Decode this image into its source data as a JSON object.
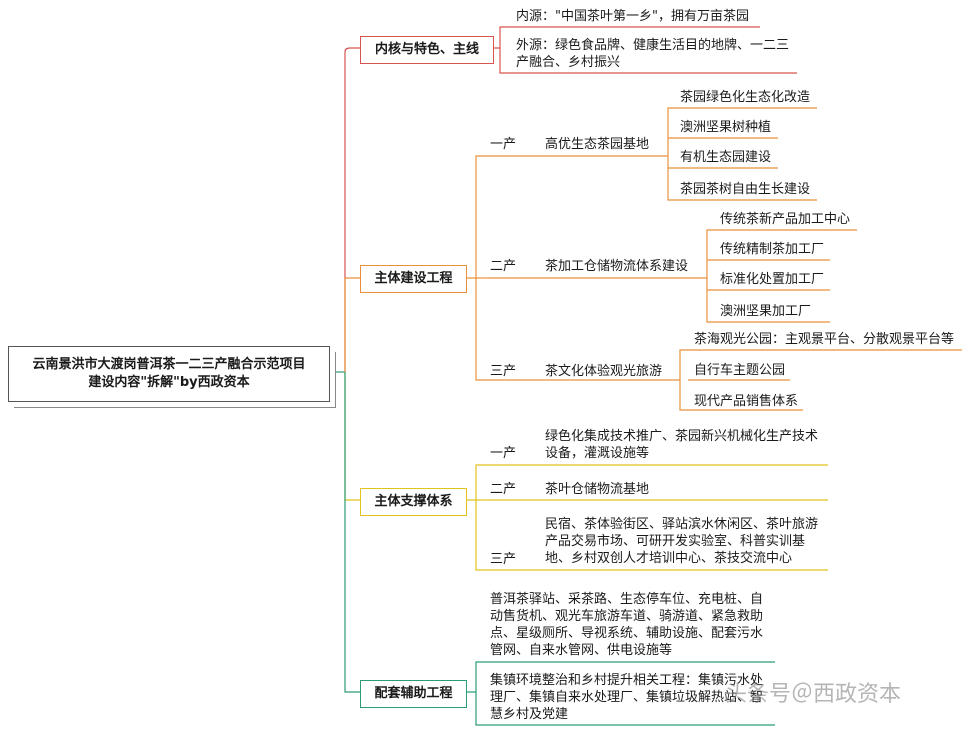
{
  "root": {
    "line1": "云南景洪市大渡岗普洱茶一二三产融合示范项目",
    "line2": "建设内容\"拆解\"by西政资本"
  },
  "branches": [
    {
      "label": "内核与特色、主线",
      "color": "#d9534f",
      "items": [
        "内源：\"中国茶叶第一乡\"，拥有万亩茶园",
        "外源：绿色食品牌、健康生活目的地牌、一二三产融合、乡村振兴"
      ]
    },
    {
      "label": "主体建设工程",
      "color": "#e8913a",
      "levels": [
        {
          "tag": "一产",
          "name": "高优生态茶园基地",
          "items": [
            "茶园绿色化生态化改造",
            "澳洲坚果树种植",
            "有机生态园建设",
            "茶园茶树自由生长建设"
          ]
        },
        {
          "tag": "二产",
          "name": "茶加工仓储物流体系建设",
          "items": [
            "传统茶新产品加工中心",
            "传统精制茶加工厂",
            "标准化处置加工厂",
            "澳洲坚果加工厂"
          ]
        },
        {
          "tag": "三产",
          "name": "茶文化体验观光旅游",
          "items": [
            "茶海观光公园：主观景平台、分散观景平台等",
            "自行车主题公园",
            "现代产品销售体系"
          ]
        }
      ]
    },
    {
      "label": "主体支撑体系",
      "color": "#e2c21c",
      "levels": [
        {
          "tag": "一产",
          "text": "绿色化集成技术推广、茶园新兴机械化生产技术设备，灌溉设施等"
        },
        {
          "tag": "二产",
          "text": "茶叶仓储物流基地"
        },
        {
          "tag": "三产",
          "text": "民宿、茶体验街区、驿站滨水休闲区、茶叶旅游产品交易市场、可研开发实验室、科普实训基地、乡村双创人才培训中心、茶技交流中心"
        }
      ]
    },
    {
      "label": "配套辅助工程",
      "color": "#2a9d76",
      "items": [
        "普洱茶驿站、采茶路、生态停车位、充电桩、自动售货机、观光车旅游车道、骑游道、紧急救助点、星级厕所、导视系统、辅助设施、配套污水管网、自来水管网、供电设施等",
        "集镇环境整治和乡村提升相关工程：集镇污水处理厂、集镇自来水处理厂、集镇垃圾解热站、智慧乡村及党建"
      ]
    }
  ],
  "watermark": "头条号＠西政资本",
  "colors": {
    "red": "#d9534f",
    "orange": "#e8913a",
    "yellow": "#e2c21c",
    "green": "#2a9d76",
    "text": "#1a1a1a"
  }
}
